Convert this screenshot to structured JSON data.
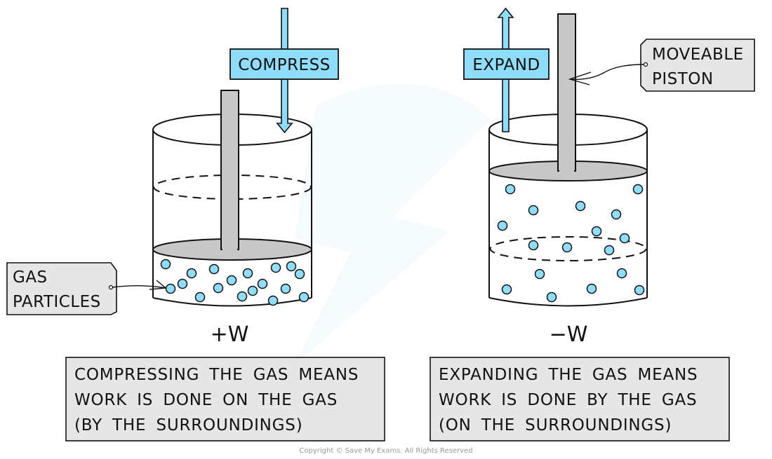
{
  "diagram": {
    "title": "Work done on / by a gas in a piston cylinder",
    "colors": {
      "arrow_fill": "#8fdcfb",
      "piston_fill": "#c8c8c8",
      "particle_fill": "#8fdcfb",
      "label_box_fill": "#e6e6e6",
      "outline": "#111111"
    },
    "left": {
      "action_label": "COMPRESS",
      "arrow_direction": "down",
      "work_sign": "+W",
      "callout_lines": [
        "GAS",
        "PARTICLES"
      ],
      "description_lines": [
        "COMPRESSING THE GAS MEANS",
        "WORK IS DONE ON THE GAS",
        "(BY THE SURROUNDINGS)"
      ],
      "particle_count": 18
    },
    "right": {
      "action_label": "EXPAND",
      "arrow_direction": "up",
      "work_sign": "−W",
      "callout_lines": [
        "MOVEABLE",
        "PISTON"
      ],
      "description_lines": [
        "EXPANDING THE GAS MEANS",
        "WORK IS DONE BY THE GAS",
        "(ON THE SURROUNDINGS)"
      ],
      "particle_count": 17
    },
    "copyright": "Copyright © Save My Exams. All Rights Reserved"
  }
}
